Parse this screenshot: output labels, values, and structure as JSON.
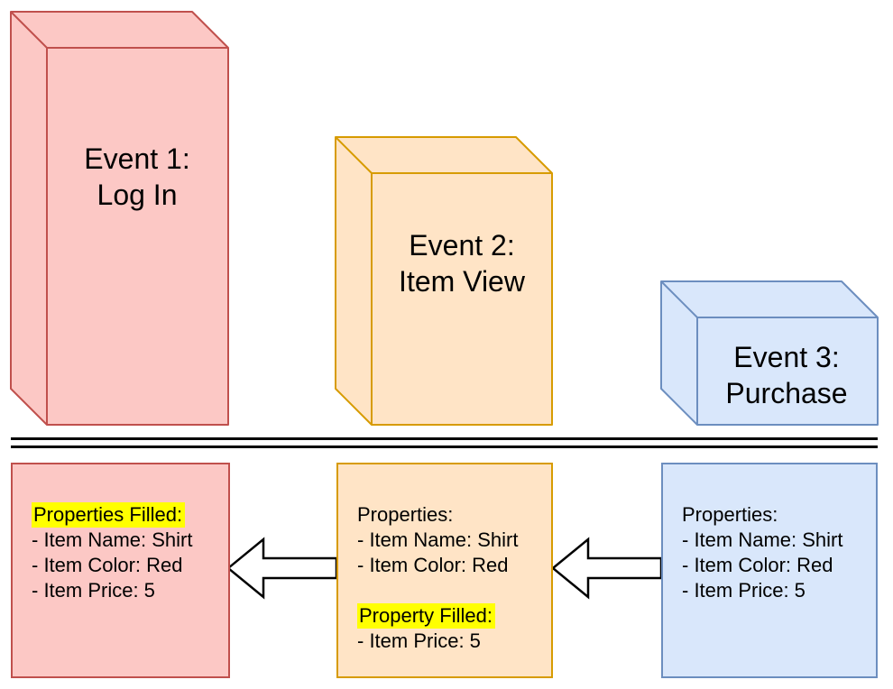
{
  "colors": {
    "event1_fill": "#fcc8c5",
    "event1_stroke": "#c0504d",
    "event2_fill": "#ffe4c6",
    "event2_stroke": "#d79b00",
    "event3_fill": "#d9e7fb",
    "event3_stroke": "#6c8ebf",
    "highlight": "#ffff00",
    "arrow_fill": "#ffffff",
    "arrow_stroke": "#000000",
    "divider": "#000000",
    "text": "#000000"
  },
  "events": [
    {
      "label_line1": "Event 1:",
      "label_line2": "Log In"
    },
    {
      "label_line1": "Event 2:",
      "label_line2": "Item View"
    },
    {
      "label_line1": "Event 3:",
      "label_line2": "Purchase"
    }
  ],
  "property_boxes": [
    {
      "lines": [
        {
          "text": "Properties Filled:",
          "highlight": true
        },
        {
          "text": "- Item Name: Shirt",
          "highlight": false
        },
        {
          "text": "- Item Color: Red",
          "highlight": false
        },
        {
          "text": "- Item Price: 5",
          "highlight": false
        }
      ]
    },
    {
      "lines": [
        {
          "text": "Properties:",
          "highlight": false
        },
        {
          "text": "- Item Name: Shirt",
          "highlight": false
        },
        {
          "text": "- Item Color: Red",
          "highlight": false
        },
        {
          "text": "",
          "highlight": false
        },
        {
          "text": "Property Filled:",
          "highlight": true
        },
        {
          "text": "- Item Price: 5",
          "highlight": false
        }
      ]
    },
    {
      "lines": [
        {
          "text": "Properties:",
          "highlight": false
        },
        {
          "text": "- Item Name: Shirt",
          "highlight": false
        },
        {
          "text": "- Item Color: Red",
          "highlight": false
        },
        {
          "text": "- Item Price: 5",
          "highlight": false
        }
      ]
    }
  ]
}
